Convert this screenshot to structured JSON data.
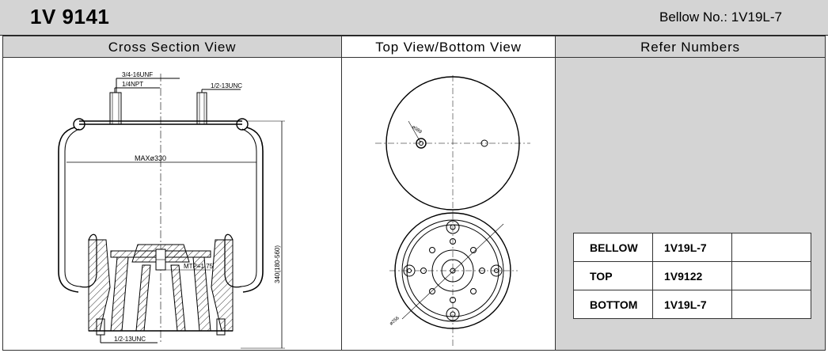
{
  "header": {
    "part_number": "1V 9141",
    "bellow_no": "Bellow No.: 1V19L-7"
  },
  "columns": {
    "cross_section": "Cross Section View",
    "top_bottom": "Top View/Bottom View",
    "refer": "Refer Numbers"
  },
  "drawing": {
    "thread_top": "3/4-16UNF",
    "npt": "1/4NPT",
    "stud_top": "1/2-13UNC",
    "max_dia": "MAXø330",
    "height": "340(180-560)",
    "mtp": "MΤP≡1.75",
    "stud_bottom": "1/2-13UNC",
    "top_dim": "ø089",
    "bottom_dim": "ø256"
  },
  "refer_numbers": [
    {
      "label": "BELLOW",
      "value": "1V19L-7"
    },
    {
      "label": "TOP",
      "value": "1V9122"
    },
    {
      "label": "BOTTOM",
      "value": "1V19L-7"
    }
  ]
}
